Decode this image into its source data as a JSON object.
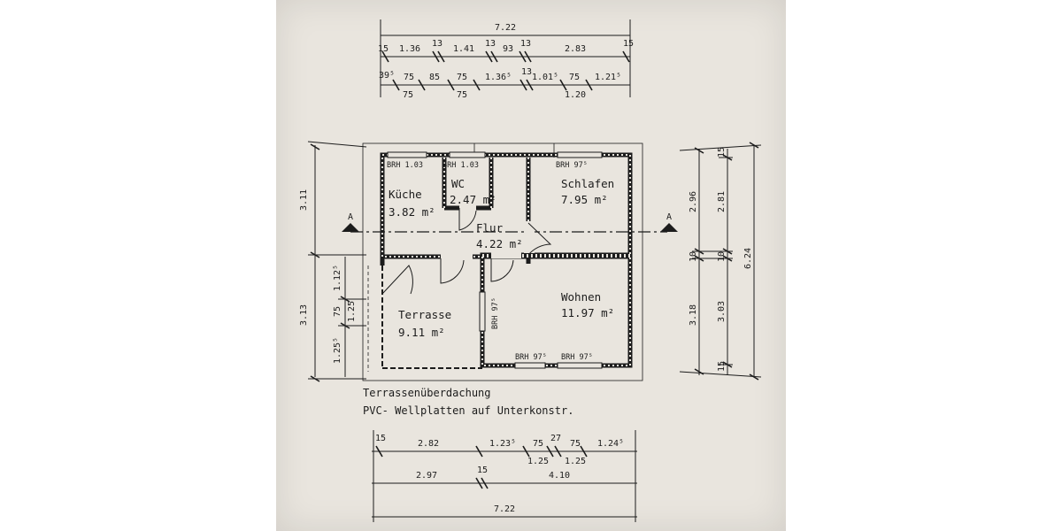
{
  "dims_top": {
    "overall": "7.22",
    "row1": [
      "15",
      "1.36",
      "13",
      "1.41",
      "13",
      "93",
      "13",
      "2.83",
      "15"
    ],
    "row2_upper": [
      "39⁵",
      "75",
      "85",
      "75",
      "1.36⁵",
      "13",
      "1.01⁵",
      "75",
      "1.21⁵"
    ],
    "row2_lower": [
      "75",
      "75",
      "1.20"
    ]
  },
  "dims_left": {
    "outer_top": "3.11",
    "outer_bottom": "3.13",
    "inner": [
      "1.12⁵",
      "75",
      "1.25",
      "1.25⁵"
    ]
  },
  "dims_right": {
    "col1": [
      "2.96",
      "10",
      "3.18"
    ],
    "col2": [
      "15",
      "2.81",
      "10",
      "3.03",
      "15"
    ],
    "overall": "6.24"
  },
  "dims_bottom": {
    "row1": [
      "15",
      "2.82",
      "1.23⁵",
      "75",
      "27",
      "75",
      "1.24⁵"
    ],
    "row1_lower": [
      "1.25",
      "1.25"
    ],
    "row2": [
      "2.97",
      "15",
      "4.10"
    ],
    "overall": "7.22"
  },
  "rooms": {
    "kueche": {
      "name": "Küche",
      "area": "3.82 m²"
    },
    "wc": {
      "name": "WC",
      "area": "2.47 m²"
    },
    "schlafen": {
      "name": "Schlafen",
      "area": "7.95 m²"
    },
    "flur": {
      "name": "Flur",
      "area": "4.22 m²"
    },
    "terrasse": {
      "name": "Terrasse",
      "area": "9.11 m²"
    },
    "wohnen": {
      "name": "Wohnen",
      "area": "11.97 m²"
    }
  },
  "window_labels": {
    "kueche": "BRH 1.03",
    "wc": "BRH 1.03",
    "schlafen": "BRH 97⁵",
    "flur_side": "BRH 97⁵",
    "wohnen_left": "BRH 97⁵",
    "wohnen_right": "BRH 97⁵"
  },
  "section_marker": "A",
  "notes": {
    "line1": "Terrassenüberdachung",
    "line2": "PVC- Wellplatten auf Unterkonstr."
  }
}
